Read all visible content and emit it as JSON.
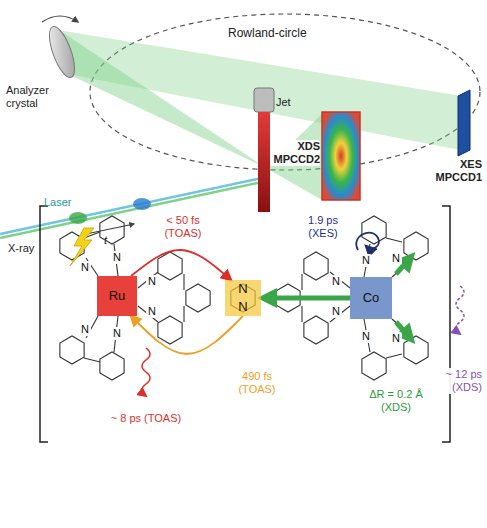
{
  "diagram": {
    "nodes": [
      {
        "text": [
          "Ru"
        ]
      },
      {
        "text": [
          "N",
          "N"
        ]
      },
      {
        "text": [
          "Co"
        ]
      }
    ],
    "edges": [
      {
        "from": 0,
        "to": 1,
        "arrow": "to",
        "label": "< 50 fs (TOAS)"
      },
      {
        "from": 1,
        "to": 0,
        "arrow": "to",
        "label": "490 fs (TOAS)"
      },
      {
        "from": 2,
        "to": 1,
        "arrow": "to"
      }
    ],
    "labels": [
      "Rowland-circle",
      "Analyzer crystal",
      "XDS MPCCD2",
      "XES MPCCD1",
      "Jet",
      "X-ray",
      "Laser",
      "t",
      "1.9 ps (XES)",
      "ΔR = 0.2 Å (XDS)",
      "~ 8 ps (TOAS)",
      "~ 12 ps (XDS)",
      "N",
      "N",
      "N",
      "N",
      "N",
      "N",
      "N",
      "N",
      "N",
      "N",
      "N",
      "N"
    ]
  }
}
